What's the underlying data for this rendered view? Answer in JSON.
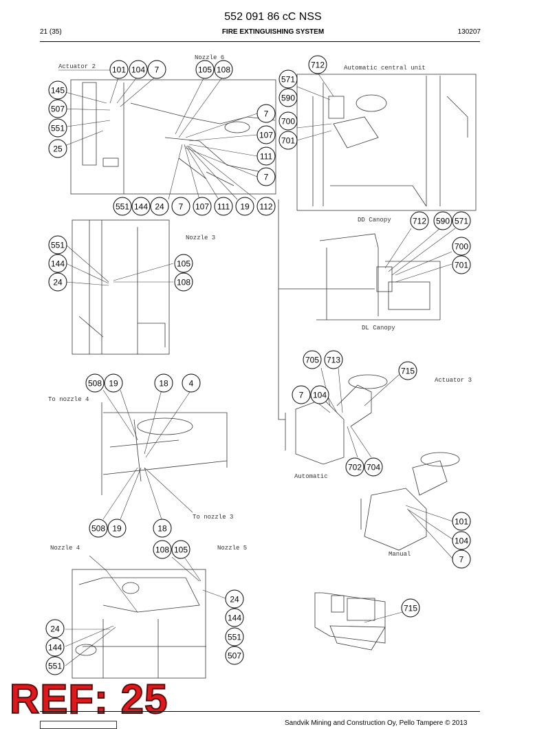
{
  "header": {
    "doc_title": "552 091 86 cC NSS",
    "page": "21 (35)",
    "section": "FIRE EXTINGUISHING SYSTEM",
    "date": "130207"
  },
  "labels": {
    "actuator2": "Actuator 2",
    "nozzle6": "Nozzle 6",
    "auto_central": "Automatic central unit",
    "nozzle3": "Nozzle 3",
    "dd_canopy": "DD Canopy",
    "dl_canopy": "DL Canopy",
    "actuator3": "Actuator 3",
    "to_nozzle4": "To nozzle 4",
    "to_nozzle3": "To nozzle 3",
    "automatic": "Automatic",
    "manual": "Manual",
    "nozzle4": "Nozzle 4",
    "nozzle5": "Nozzle 5"
  },
  "callouts": {
    "a1": "101",
    "a2": "104",
    "a3": "7",
    "a4": "105",
    "a5": "108",
    "a6": "145",
    "a7": "507",
    "a8": "551",
    "a9": "25",
    "a10": "7",
    "a11": "107",
    "a12": "111",
    "a13": "7",
    "a14": "551",
    "a15": "144",
    "a16": "24",
    "a17": "7",
    "a18": "107",
    "a19": "111",
    "a20": "19",
    "a21": "112",
    "b1": "712",
    "b2": "571",
    "b3": "590",
    "b4": "700",
    "b5": "701",
    "b6": "712",
    "b7": "590",
    "b8": "571",
    "b9": "700",
    "b10": "701",
    "c1": "551",
    "c2": "144",
    "c3": "24",
    "c4": "105",
    "c5": "108",
    "d1": "705",
    "d2": "713",
    "d3": "715",
    "d4": "7",
    "d5": "104",
    "d6": "702",
    "d7": "704",
    "e1": "508",
    "e2": "19",
    "e3": "18",
    "e4": "4",
    "e5": "508",
    "e6": "19",
    "e7": "18",
    "f1": "101",
    "f2": "104",
    "f3": "7",
    "g1": "108",
    "g2": "105",
    "g3": "24",
    "g4": "144",
    "g5": "551",
    "g6": "507",
    "g7": "24",
    "g8": "144",
    "g9": "551",
    "h1": "715"
  },
  "ref_stamp": "REF: 25",
  "footer": "Sandvik Mining and Construction Oy, Pello Tampere © 2013"
}
